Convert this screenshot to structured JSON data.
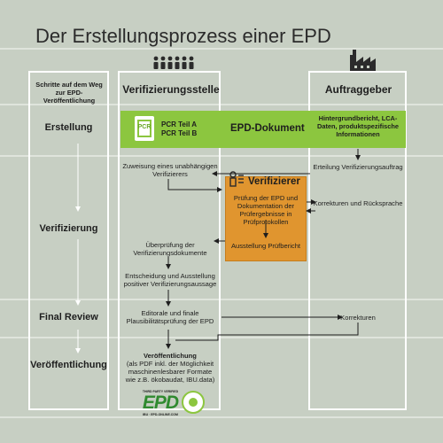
{
  "title": "Der Erstellungsprozess einer EPD",
  "columns": {
    "steps_header": "Schritte auf dem Weg zur EPD-Veröffentlichung",
    "verifier_body": "Verifizierungsstelle",
    "client": "Auftraggeber"
  },
  "phases": [
    "Erstellung",
    "Verifizierung",
    "Final Review",
    "Veröffentlichung"
  ],
  "creation": {
    "pcr_icon_label": "PCR",
    "pcr_a": "PCR Teil A",
    "pcr_b": "PCR Teil B",
    "epd_document": "EPD-Dokument",
    "client_inputs": "Hintergrundbericht, LCA-Daten, produktspezifische Informationen"
  },
  "steps": {
    "client_order": "Erteilung Verifizierungsauftrag",
    "assign_verifier": "Zuweisung eines unabhängigen Verifizierers",
    "verifier_title": "Verifizierer",
    "check_epd": "Prüfung der EPD und Dokumentation der Prüfergebnisse in Prüfprotokollen",
    "issue_report": "Ausstellung Prüfbericht",
    "corrections_query": "Korrekturen und Rücksprache",
    "review_docs": "Überprüfung der Verifizierungsdokumente",
    "decision": "Entscheidung und Ausstellung positiver Verifizierungsaussage",
    "editorial_check": "Editorale und finale Plausibilitätsprüfung der EPD",
    "corrections": "Korrekturen",
    "publication_title": "Veröffentlichung",
    "publication_detail": "(als PDF inkl. der Möglichkeit maschinenlesbarer Formate wie z.B. ökobaudat, IBU.data)"
  },
  "logo": {
    "top": "THIRD PARTY VERIFIED",
    "main": "EPD",
    "bottom": "IBU · EPD-ONLINE.COM"
  },
  "colors": {
    "background": "#c7cfc3",
    "green": "#8cc63f",
    "orange": "#e0952f",
    "lines": "#ffffff"
  }
}
